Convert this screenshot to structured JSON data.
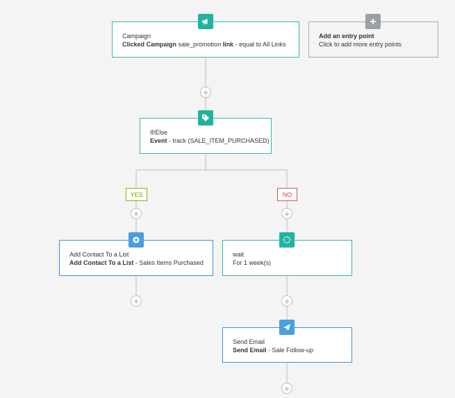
{
  "entry": {
    "type": "Campaign",
    "detail_bold_1": "Clicked Campaign",
    "detail_mid": " sale_promotion ",
    "detail_bold_2": "link",
    "detail_rest": " - equal to All Links"
  },
  "add_entry": {
    "title": "Add an entry point",
    "subtitle": "Click to add more entry points"
  },
  "ifelse": {
    "type": "If/Else",
    "detail_bold": "Event",
    "detail_rest": " - track (SALE_ITEM_PURCHASED)"
  },
  "branches": {
    "yes": "YES",
    "no": "NO"
  },
  "add_contact": {
    "type": "Add Contact To a List",
    "detail_bold": "Add Contact To a List",
    "detail_rest": " - Sales Items Purchased"
  },
  "wait": {
    "type": "wait",
    "detail": "For 1 week(s)"
  },
  "send_email": {
    "type": "Send Email",
    "detail_bold": "Send Email",
    "detail_rest": " - Sale Follow-up"
  },
  "icons": {
    "campaign": "megaphone-icon",
    "add_entry": "plus-icon",
    "ifelse": "tag-icon",
    "add_contact": "add-circle-icon",
    "wait": "spinner-icon",
    "send_email": "paper-plane-icon",
    "add_step": "plus-icon"
  },
  "colors": {
    "teal": "#21b39f",
    "blue": "#4a9fe0",
    "gray": "#9aa0a4",
    "yes": "#7cbb00",
    "no": "#e05050"
  }
}
